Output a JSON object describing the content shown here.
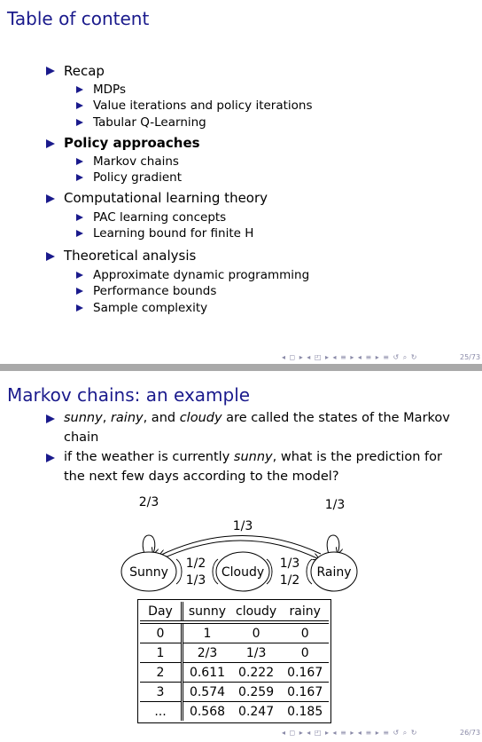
{
  "slide1": {
    "title": "Table of content",
    "page": "25/73",
    "sections": [
      {
        "label": "Recap",
        "bold": false,
        "items": [
          "MDPs",
          "Value iterations and policy iterations",
          "Tabular Q-Learning"
        ]
      },
      {
        "label": "Policy approaches",
        "bold": true,
        "items": [
          "Markov chains",
          "Policy gradient"
        ]
      },
      {
        "label": "Computational learning theory",
        "bold": false,
        "items": [
          "PAC learning concepts",
          "Learning bound for finite H"
        ]
      },
      {
        "label": "Theoretical analysis",
        "bold": false,
        "items": [
          "Approximate dynamic programming",
          "Performance bounds",
          "Sample complexity"
        ]
      }
    ]
  },
  "slide2": {
    "title": "Markov chains: an example",
    "page": "26/73",
    "bullet1": {
      "w1": "sunny",
      "s1": ", ",
      "w2": "rainy",
      "s2": ", and ",
      "w3": "cloudy",
      "rest": " are called the states of the Markov chain"
    },
    "bullet2": {
      "pre": "if the weather is currently ",
      "em": "sunny",
      "post": ", what is the prediction for the next few days according to the model?"
    },
    "diagram": {
      "states": [
        "Sunny",
        "Cloudy",
        "Rainy"
      ],
      "labels": {
        "sunny_self": "2/3",
        "rainy_self": "1/3",
        "top_arc": "1/3",
        "sc_top": "1/2",
        "sc_bottom": "1/3",
        "cr_top": "1/3",
        "cr_bottom": "1/2"
      }
    },
    "table": {
      "headers": [
        "Day",
        "sunny",
        "cloudy",
        "rainy"
      ],
      "rows": [
        [
          "0",
          "1",
          "0",
          "0"
        ],
        [
          "1",
          "2/3",
          "1/3",
          "0"
        ],
        [
          "2",
          "0.611",
          "0.222",
          "0.167"
        ],
        [
          "3",
          "0.574",
          "0.259",
          "0.167"
        ],
        [
          "...",
          "0.568",
          "0.247",
          "0.185"
        ]
      ]
    }
  },
  "nav": {
    "symbols": "◂ ◻ ▸ ◂ ◰ ▸ ◂ ≡ ▸ ◂ ≡ ▸   ≡  ↺ ⌕ ↻"
  }
}
